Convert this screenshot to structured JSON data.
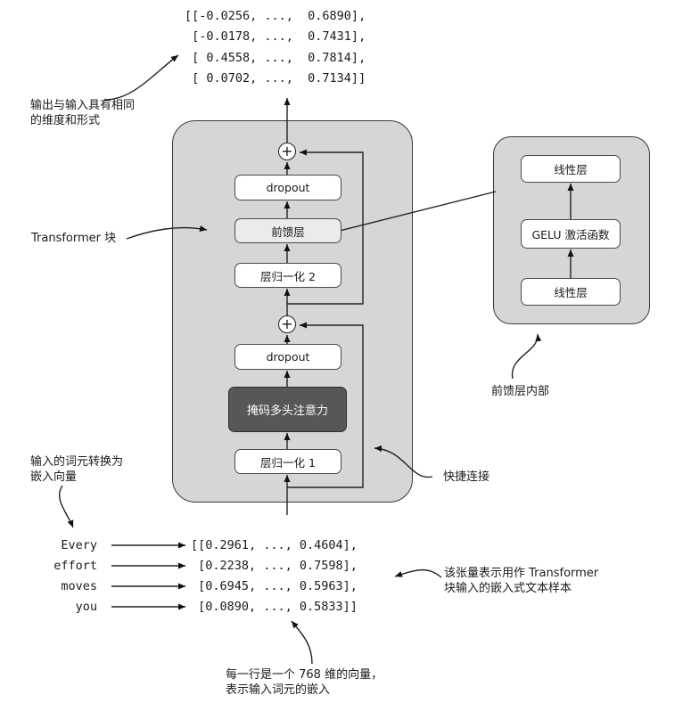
{
  "output_tensor": [
    "[[-0.0256, ...,  0.6890],",
    " [-0.0178, ...,  0.7431],",
    " [ 0.4558, ...,  0.7814],",
    " [ 0.0702, ...,  0.7134]]"
  ],
  "annotations": {
    "output_same_shape": [
      "输出与输入具有相同",
      "的维度和形式"
    ],
    "transformer_block": "Transformer 块",
    "ff_inside": "前馈层内部",
    "input_tokens_to_embeddings": [
      "输入的词元转换为",
      "嵌入向量"
    ],
    "shortcut": "快捷连接",
    "tensor_desc": [
      "该张量表示用作 Transformer",
      "块输入的嵌入式文本样本"
    ],
    "row_desc": [
      "每一行是一个 768 维的向量，",
      "表示输入词元的嵌入"
    ]
  },
  "block": {
    "dropout_top": "dropout",
    "feed_forward": "前馈层",
    "layernorm2": "层归一化 2",
    "dropout_bottom": "dropout",
    "attention": "掩码多头注意力",
    "layernorm1": "层归一化 1",
    "plus_symbol": "+"
  },
  "ff_detail": {
    "linear_top": "线性层",
    "gelu": "GELU 激活函数",
    "linear_bottom": "线性层"
  },
  "input_tokens": [
    "Every",
    "effort",
    "moves",
    "you"
  ],
  "input_tensor": [
    "[[0.2961, ..., 0.4604],",
    " [0.2238, ..., 0.7598],",
    " [0.6945, ..., 0.5963],",
    " [0.0890, ..., 0.5833]]"
  ]
}
